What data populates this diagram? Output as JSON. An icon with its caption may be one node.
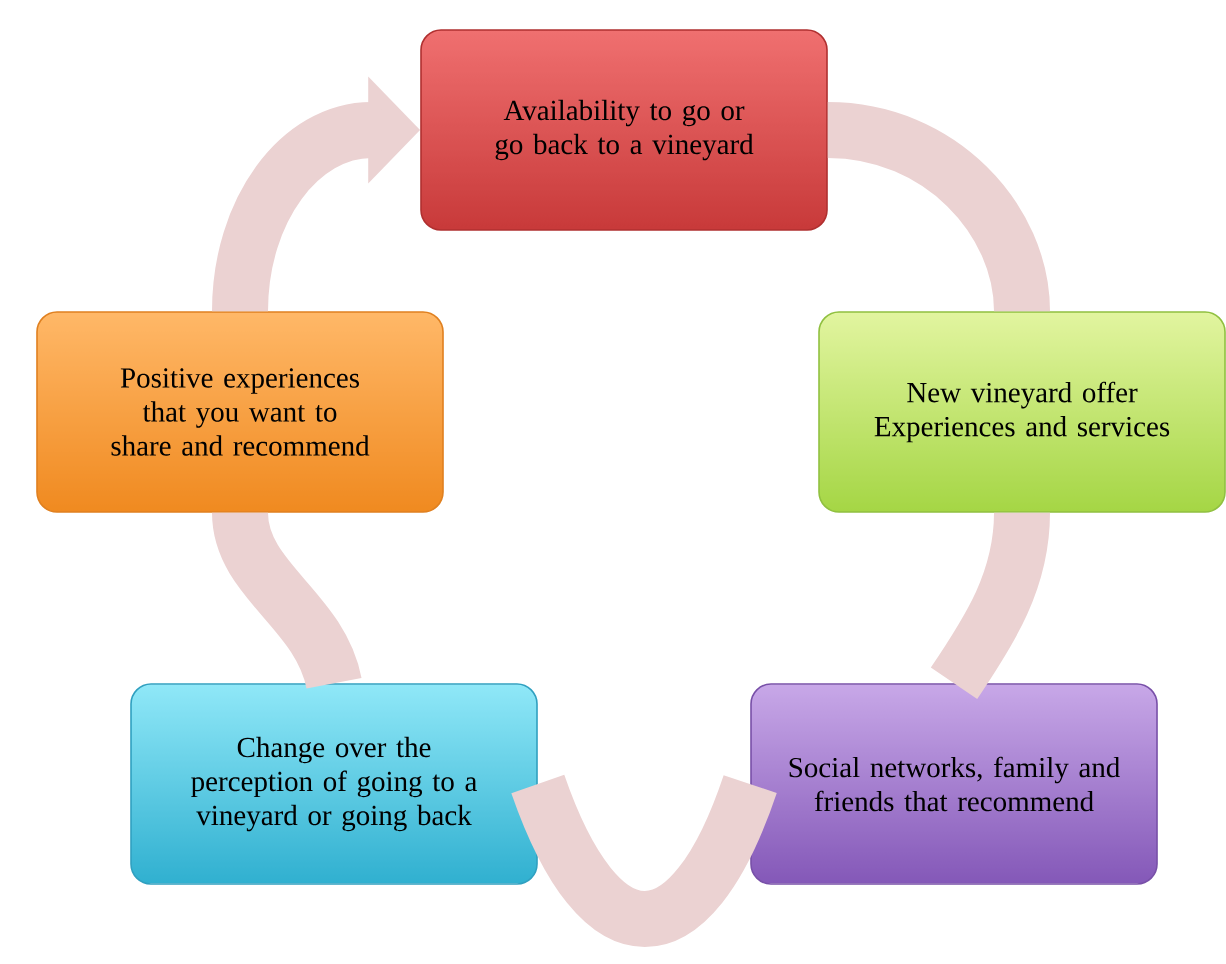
{
  "diagram": {
    "nodes": [
      {
        "text": [
          "Availability to go or go back to a vineyard"
        ]
      },
      {
        "text": [
          "New vineyard offer Experiences and services"
        ]
      },
      {
        "text": [
          "Social networks, family and friends that recommend"
        ]
      },
      {
        "text": [
          "Change over the perception of going to a vineyard or going back"
        ]
      },
      {
        "text": [
          "Positive experiences that you want to share and recommend"
        ]
      }
    ],
    "edges": [
      {
        "from": 0,
        "to": 1,
        "arrow": "none"
      },
      {
        "from": 1,
        "to": 2,
        "arrow": "none"
      },
      {
        "from": 2,
        "to": 3,
        "arrow": "none"
      },
      {
        "from": 3,
        "to": 4,
        "arrow": "none"
      },
      {
        "from": 4,
        "to": 0,
        "arrow": "to"
      }
    ]
  }
}
